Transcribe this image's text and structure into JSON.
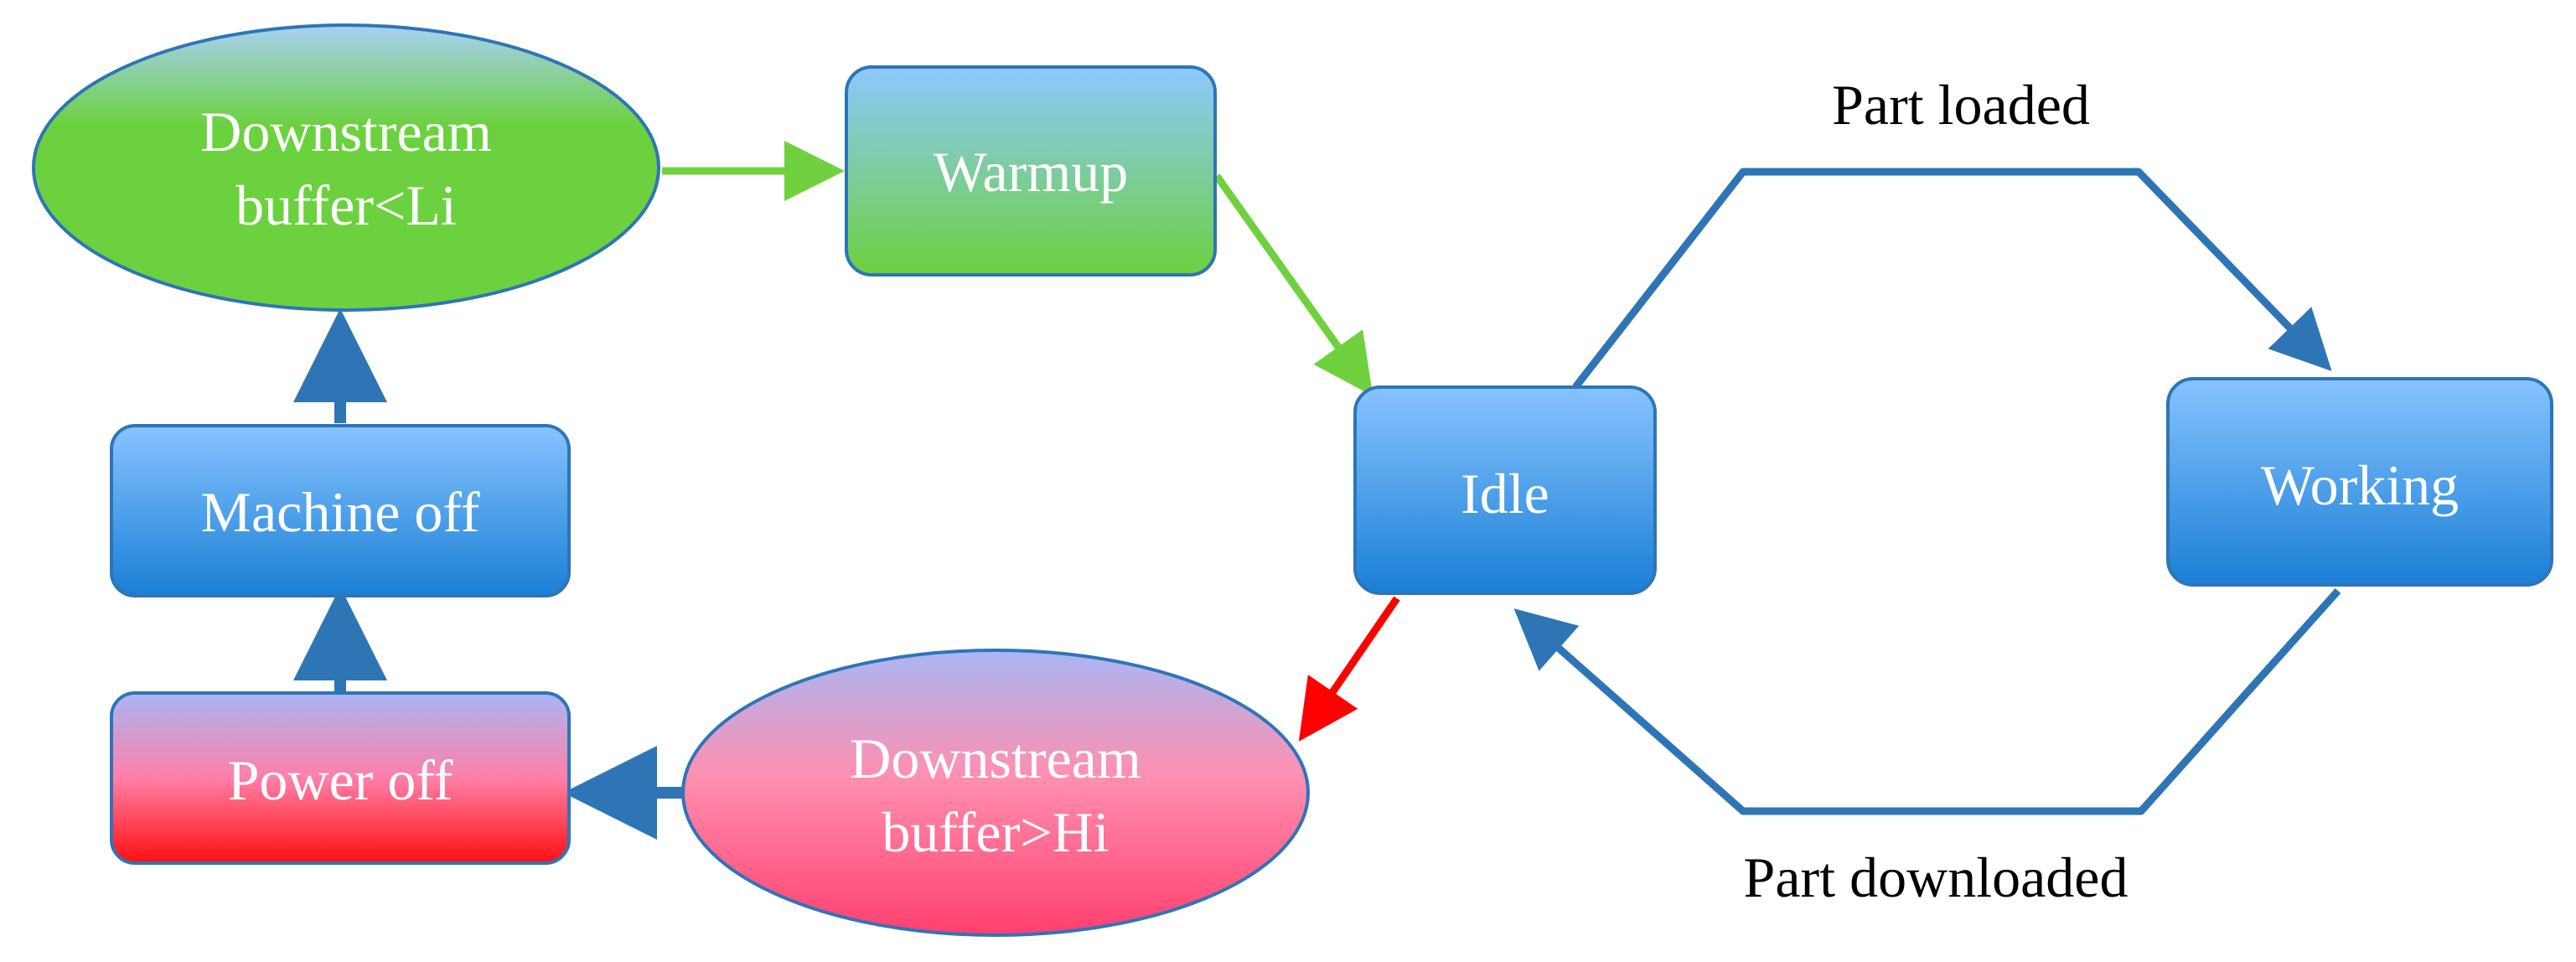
{
  "colors": {
    "blue_arrow": "#2e75b6",
    "green_arrow": "#70d13f",
    "red_arrow": "#ff0000",
    "node_border": "#2e75b6",
    "blue_top": "#87c3ff",
    "blue_bottom": "#1a7fd6",
    "green_fill": "#6cd13f",
    "green_top": "#8ec8ff",
    "red_top": "#a9b6f5",
    "red_mid": "#ff7fa8",
    "red_bottom": "#ff1010"
  },
  "nodes": {
    "downstream_low_line1": "Downstream",
    "downstream_low_line2": "buffer<Li",
    "warmup": "Warmup",
    "machine_off": "Machine off",
    "power_off": "Power off",
    "downstream_high_line1": "Downstream",
    "downstream_high_line2": "buffer>Hi",
    "idle": "Idle",
    "working": "Working"
  },
  "labels": {
    "part_loaded": "Part loaded",
    "part_downloaded": "Part downloaded"
  }
}
